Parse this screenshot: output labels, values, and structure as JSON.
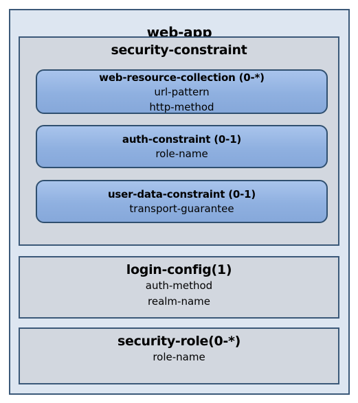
{
  "web_app": {
    "title": "web-app"
  },
  "security_constraint": {
    "title": "security-constraint",
    "children": [
      {
        "title": "web-resource-collection (0-*)",
        "lines": [
          "url-pattern",
          "http-method"
        ]
      },
      {
        "title": "auth-constraint (0-1)",
        "lines": [
          "role-name"
        ]
      },
      {
        "title": "user-data-constraint (0-1)",
        "lines": [
          "transport-guarantee"
        ]
      }
    ]
  },
  "login_config": {
    "title": "login-config(1)",
    "lines": [
      "auth-method",
      "realm-name"
    ]
  },
  "security_role": {
    "title": "security-role(0-*)",
    "lines": [
      "role-name"
    ]
  },
  "colors": {
    "outer_fill": "#dde6f1",
    "section_fill": "#d2d7df",
    "pill_fill": "#8fb0e0",
    "border": "#2f4f6f"
  }
}
